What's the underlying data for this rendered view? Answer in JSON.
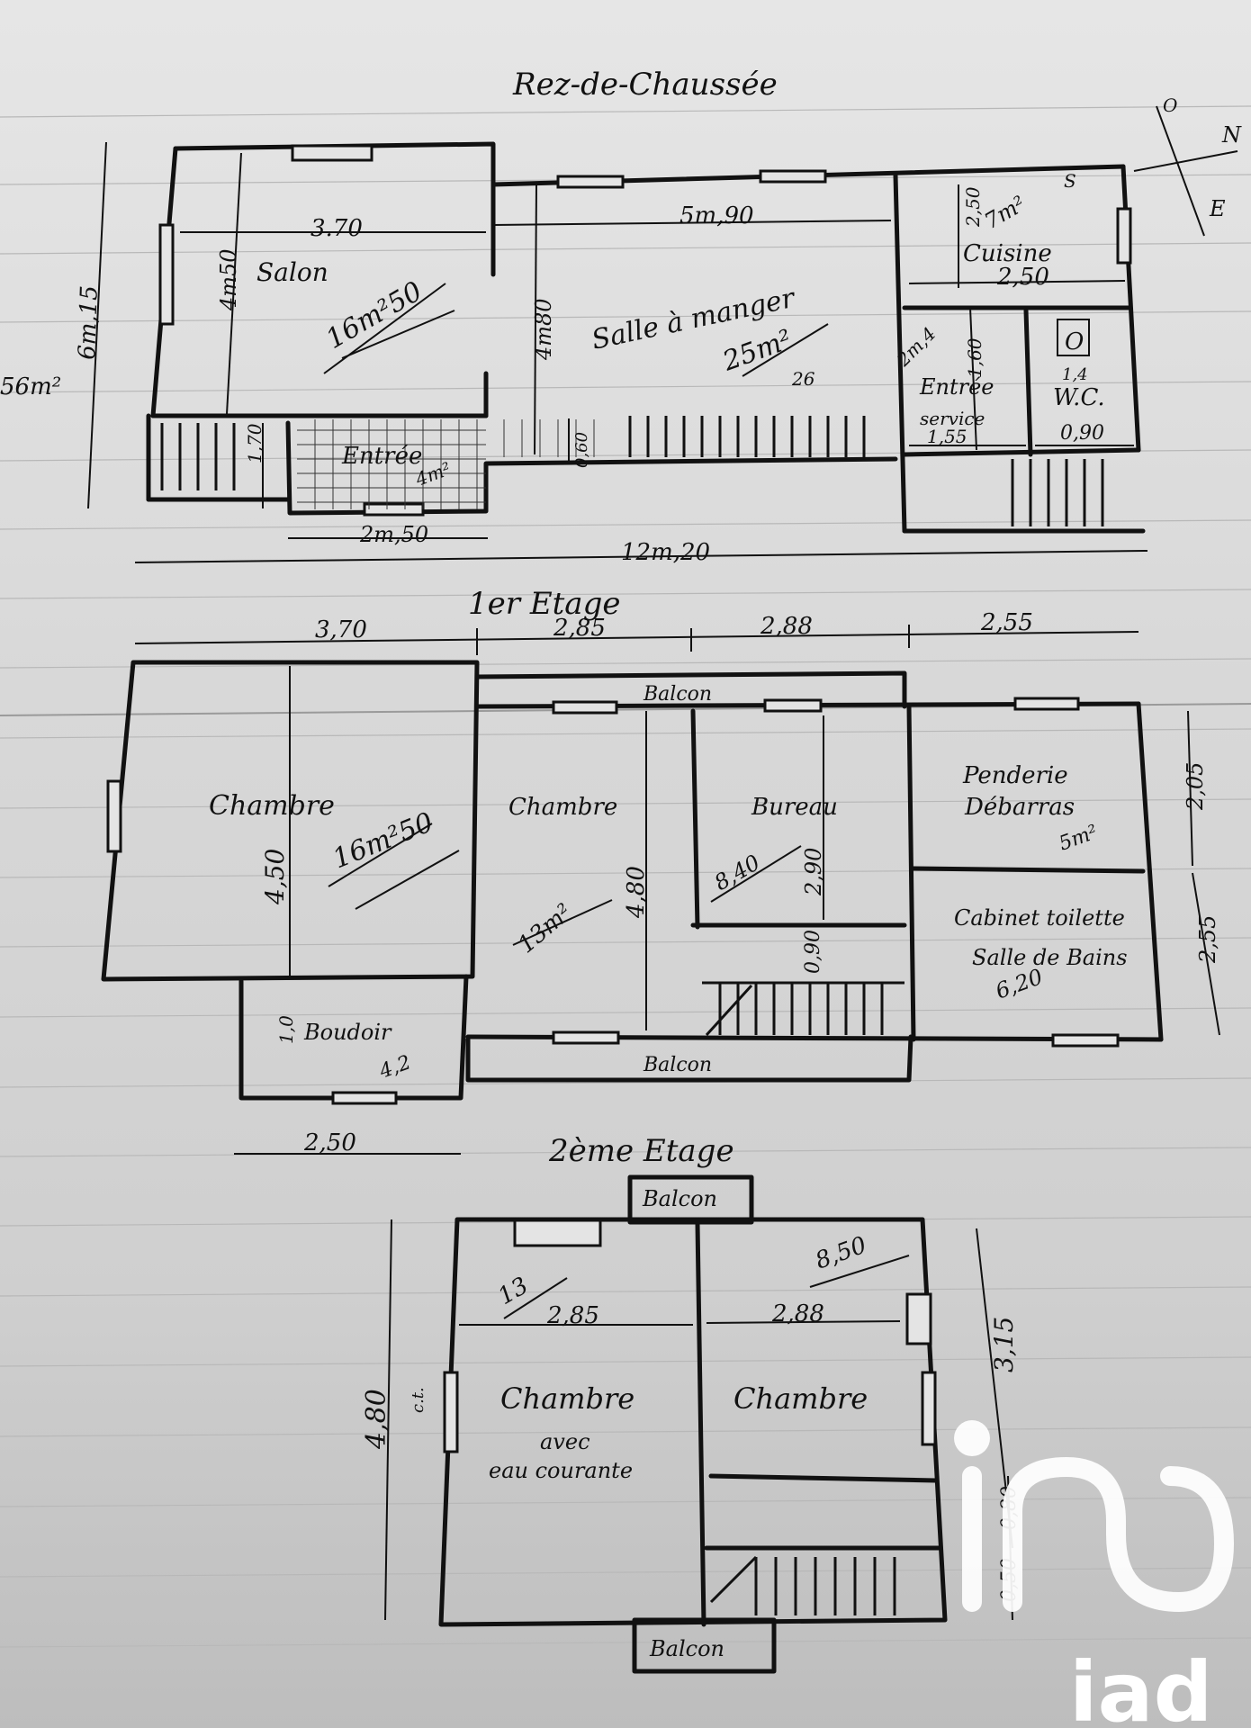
{
  "rdc": {
    "title": "Rez-de-Chaussée",
    "compass": {
      "o": "O",
      "n": "N",
      "s": "S",
      "e": "E"
    },
    "total_height": "6m,15",
    "side_area": "56m²",
    "salon": {
      "label": "Salon",
      "width": "3.70",
      "height": "4m50",
      "area": "16m²50"
    },
    "salle": {
      "label": "Salle à manger",
      "width": "5m,90",
      "height": "4m80",
      "area": "25m²",
      "note": "26"
    },
    "cuisine": {
      "label": "Cuisine",
      "area": "7m²",
      "depth": "2,50",
      "width": "2,50"
    },
    "entree_service": {
      "label": "Entrée",
      "label2": "service",
      "area": "2m,4",
      "height": "1,60",
      "width": "1,55"
    },
    "wc": {
      "label": "W.C.",
      "area": "1,4",
      "width": "0,90",
      "symbol": "O"
    },
    "entree": {
      "label": "Entrée",
      "area": "4m²",
      "depth": "1,70",
      "step": "0,60",
      "width": "2m,50"
    },
    "total_width": "12m,20"
  },
  "etage1": {
    "title": "1er Etage",
    "top_dims": [
      "3,70",
      "2,85",
      "2,88",
      "2,55"
    ],
    "balcon_top": "Balcon",
    "balcon_bottom": "Balcon",
    "chambre1": {
      "label": "Chambre",
      "area": "16m²50",
      "height": "4,50"
    },
    "chambre2": {
      "label": "Chambre",
      "area": "13m²",
      "height": "4,80"
    },
    "bureau": {
      "label": "Bureau",
      "area": "8,40",
      "height": "2,90",
      "step": "0,90"
    },
    "penderie": {
      "label": "Penderie",
      "label2": "Débarras",
      "area": "5m²",
      "height": "2,05"
    },
    "cabinet": {
      "label": "Cabinet toilette",
      "label2": "Salle de Bains",
      "area": "6,20",
      "height": "2,55"
    },
    "boudoir": {
      "label": "Boudoir",
      "area": "4,2",
      "width": "2,50",
      "side": "1,0"
    }
  },
  "etage2": {
    "title": "2ème Etage",
    "balcon_top": "Balcon",
    "balcon_bottom": "Balcon",
    "chambre1": {
      "label": "Chambre",
      "label2": "avec",
      "label3": "eau courante",
      "area": "13",
      "width": "2,85"
    },
    "chambre2": {
      "label": "Chambre",
      "area": "8,50",
      "width": "2,88"
    },
    "height": "4,80",
    "side_note": "c.t.",
    "right_height": "3,15",
    "step1": "0,80",
    "step2": "0,50"
  },
  "watermark": {
    "logo": "iad"
  }
}
